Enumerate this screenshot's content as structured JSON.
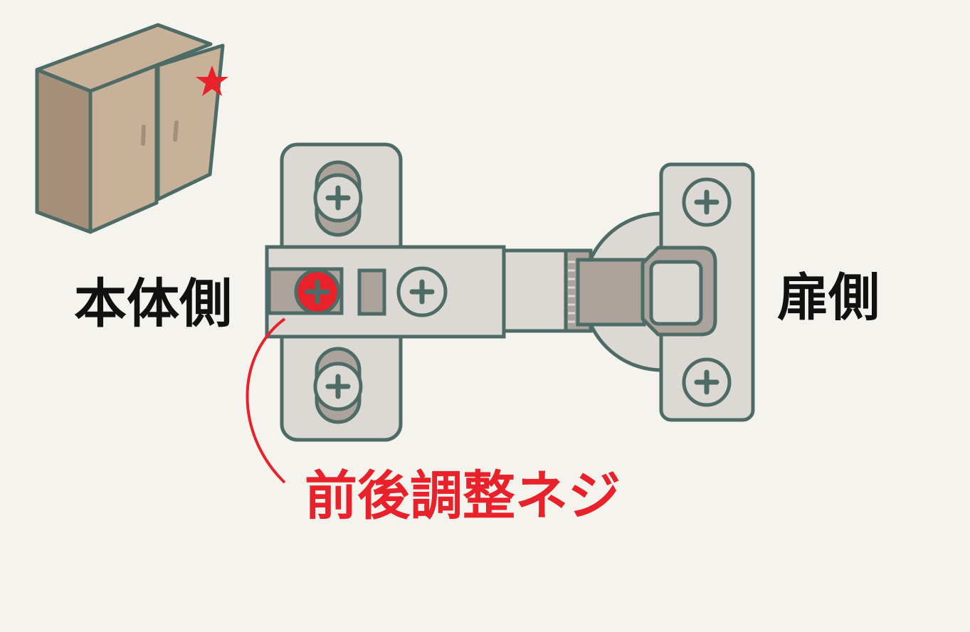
{
  "labels": {
    "body_side": "本体側",
    "door_side": "扉側",
    "adjust_screw": "前後調整ネジ"
  },
  "colors": {
    "background": "#f5f3ed",
    "outline": "#4f6b66",
    "plate": "#dcd8d3",
    "plate_dark": "#aba39c",
    "accent_red": "#e8212a",
    "cabinet_front": "#c7b299",
    "cabinet_side": "#a68f78"
  }
}
